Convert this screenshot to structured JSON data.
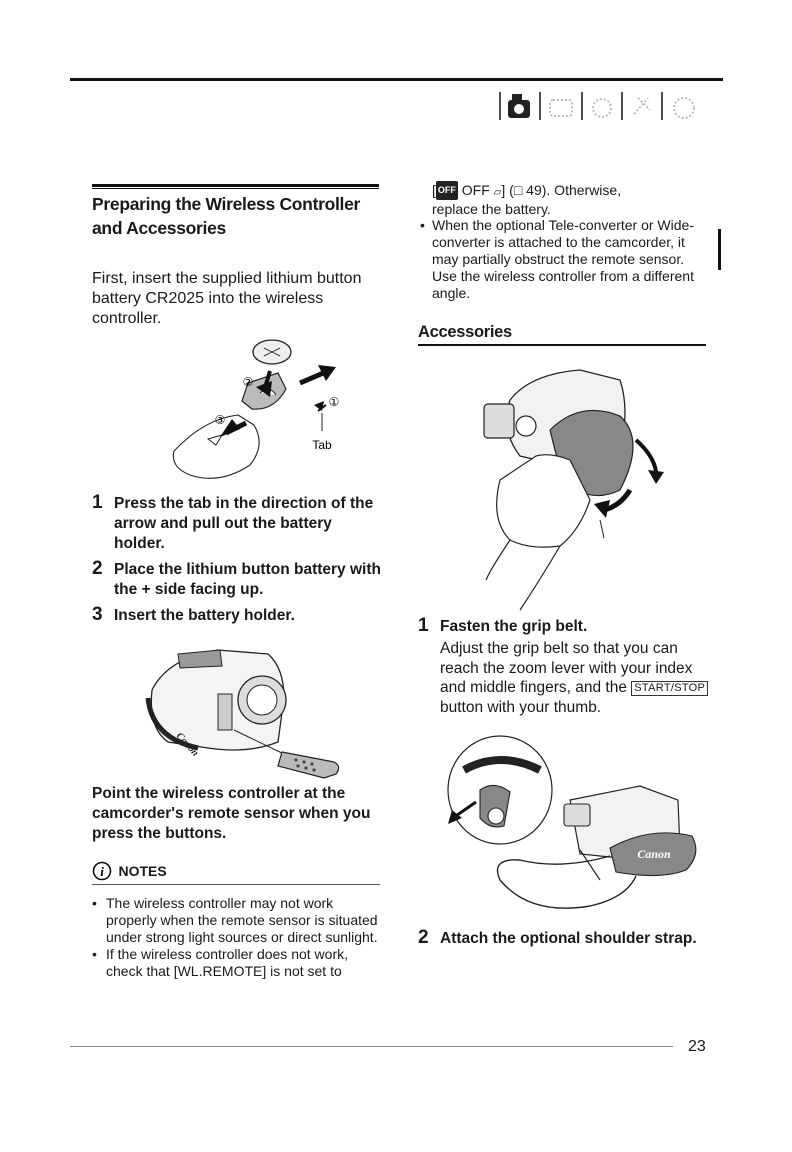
{
  "header": {
    "nav_icons": [
      "camcorder-settings-icon",
      "playback-icon",
      "external-connection-icon",
      "photo-icon",
      "additional-info-icon"
    ]
  },
  "left": {
    "section_title": "Preparing the Wireless Controller and Accessories",
    "intro": "First, insert the supplied lithium button battery CR2025 into the wireless controller.",
    "figure1": {
      "label_tab": "Tab",
      "callouts": [
        "②",
        "①",
        "③"
      ]
    },
    "steps": [
      {
        "num": "1",
        "text": "Press the tab in the direction of the arrow and pull out the battery holder."
      },
      {
        "num": "2",
        "text": "Place the lithium button battery with the + side facing up."
      },
      {
        "num": "3",
        "text": "Insert the battery holder."
      }
    ],
    "point_text": "Point the wireless controller at the camcorder's remote sensor when you press the buttons.",
    "notes_title": "NOTES",
    "notes": [
      "The wireless controller may not work properly when the remote sensor is situated under strong light sources or direct sunlight.",
      "If the wireless controller does not work, check that [WL.REMOTE] is not set to"
    ]
  },
  "right": {
    "cont_line1_prefix": "[",
    "cont_off_badge": "OFF",
    "cont_line1_mid": " OFF ",
    "cont_line1_suffix": "] (□ 49). Otherwise,",
    "cont_line2": "replace the battery.",
    "bullet": "When the optional Tele-converter or Wide-converter is attached to the camcorder, it may partially obstruct the remote sensor. Use the wireless controller from a different angle.",
    "accessories_title": "Accessories",
    "step1_num": "1",
    "step1_title": "Fasten the grip belt.",
    "step1_body_a": "Adjust the grip belt so that you can reach the zoom lever with your index and middle fingers, and the",
    "step1_key": "START/STOP",
    "step1_body_b": " button with your thumb.",
    "step2_num": "2",
    "step2_title": "Attach the optional shoulder strap.",
    "strap_brand": "Canon"
  },
  "footer": {
    "page_number": "23"
  }
}
